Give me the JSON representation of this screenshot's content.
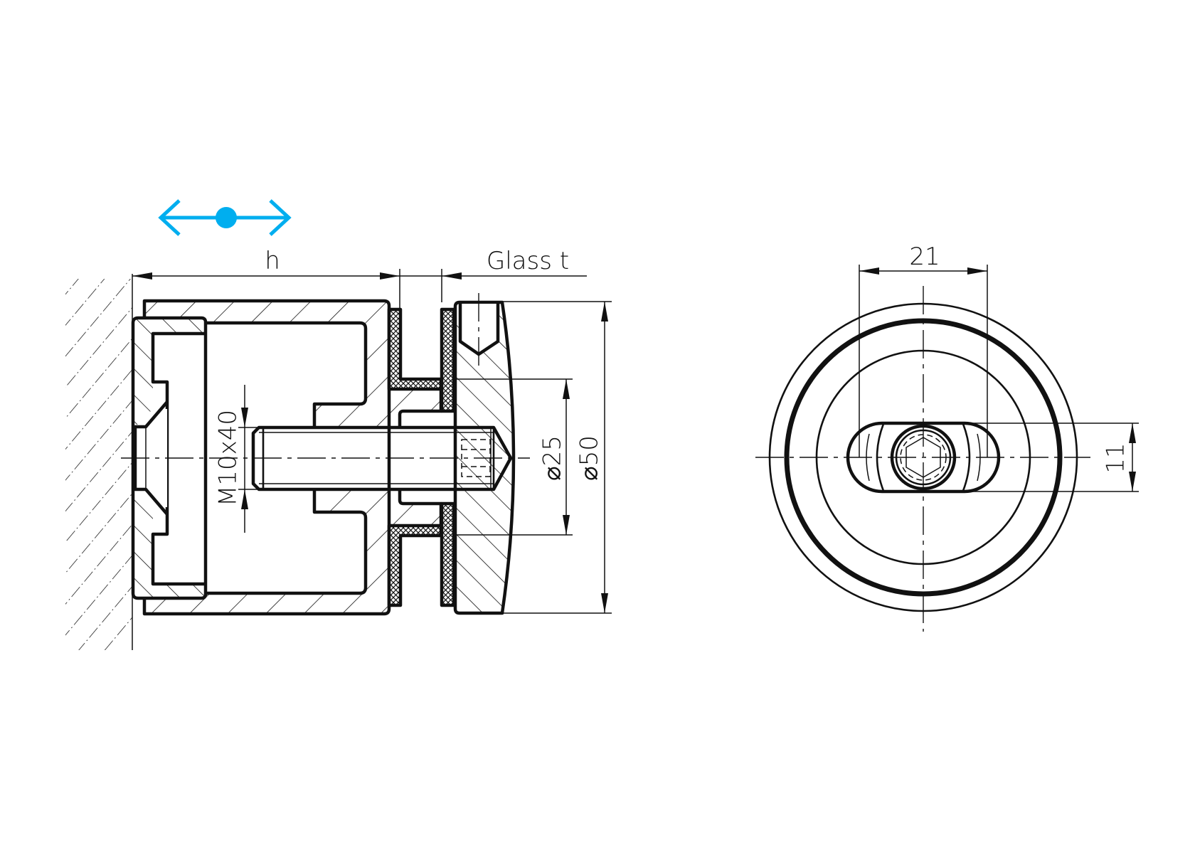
{
  "drawing": {
    "type": "technical-drawing",
    "subject": "glass clamp / glass adapter section and front view",
    "accent_color": "#00aeef",
    "line_color": "#111111",
    "background": "#ffffff"
  },
  "symbols": {
    "adjustment_arrow": {
      "icon": "double-arrow-with-dot-icon",
      "color": "#00aeef",
      "meaning": "adjustable length"
    }
  },
  "side_view": {
    "dimensions": {
      "h_label": "h",
      "glass_label": "Glass t",
      "thread_label": "M10x40",
      "dia_small_label": "⌀25",
      "dia_large_label": "⌀50"
    }
  },
  "front_view": {
    "dimensions": {
      "width_label": "21",
      "height_label": "11"
    }
  }
}
